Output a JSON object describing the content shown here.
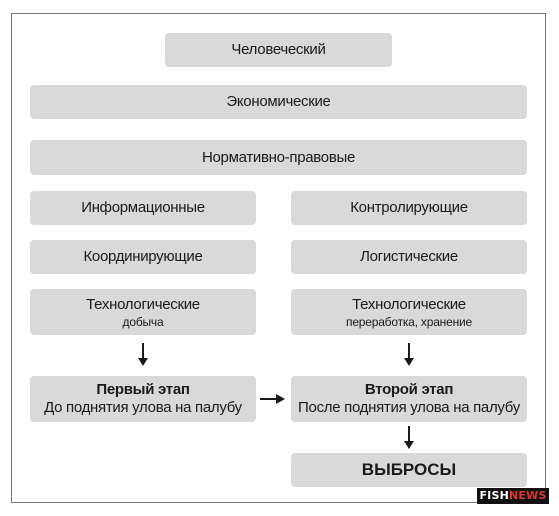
{
  "boxes": {
    "human": "Человеческий",
    "economic": "Экономические",
    "regulatory": "Нормативно-правовые",
    "informational": "Информационные",
    "controlling": "Контролирующие",
    "coordinating": "Координирующие",
    "logistic": "Логистические",
    "tech_left": {
      "title": "Технологические",
      "subtitle": "добыча"
    },
    "tech_right": {
      "title": "Технологические",
      "subtitle": "переработка, хранение"
    },
    "stage1": {
      "title": "Первый этап",
      "subtitle": "До поднятия улова на палубу"
    },
    "stage2": {
      "title": "Второй этап",
      "subtitle": "После поднятия улова на палубу"
    },
    "discards": "ВЫБРОСЫ"
  },
  "watermark": {
    "part1": "FISH",
    "part2": "NEWS"
  },
  "colors": {
    "box_fill": "#d9d9d9",
    "border": "#7a7a7a",
    "arrow": "#1a1a1a"
  }
}
